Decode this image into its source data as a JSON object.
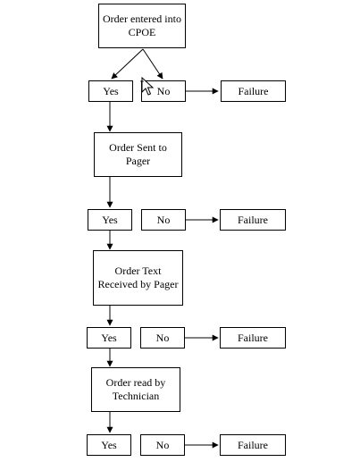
{
  "steps": [
    {
      "id": "cpoe",
      "label": "Order entered into CPOE"
    },
    {
      "id": "pager",
      "label": "Order Sent to Pager"
    },
    {
      "id": "received",
      "label": "Order Text Received by Pager"
    },
    {
      "id": "technician",
      "label": "Order read by Technician"
    }
  ],
  "decisions": [
    {
      "yes": "Yes",
      "no": "No",
      "outcome": "Failure"
    },
    {
      "yes": "Yes",
      "no": "No",
      "outcome": "Failure"
    },
    {
      "yes": "Yes",
      "no": "No",
      "outcome": "Failure"
    },
    {
      "yes": "Yes",
      "no": "No",
      "outcome": "Failure"
    }
  ],
  "cursor_icon": "move-cursor-icon"
}
